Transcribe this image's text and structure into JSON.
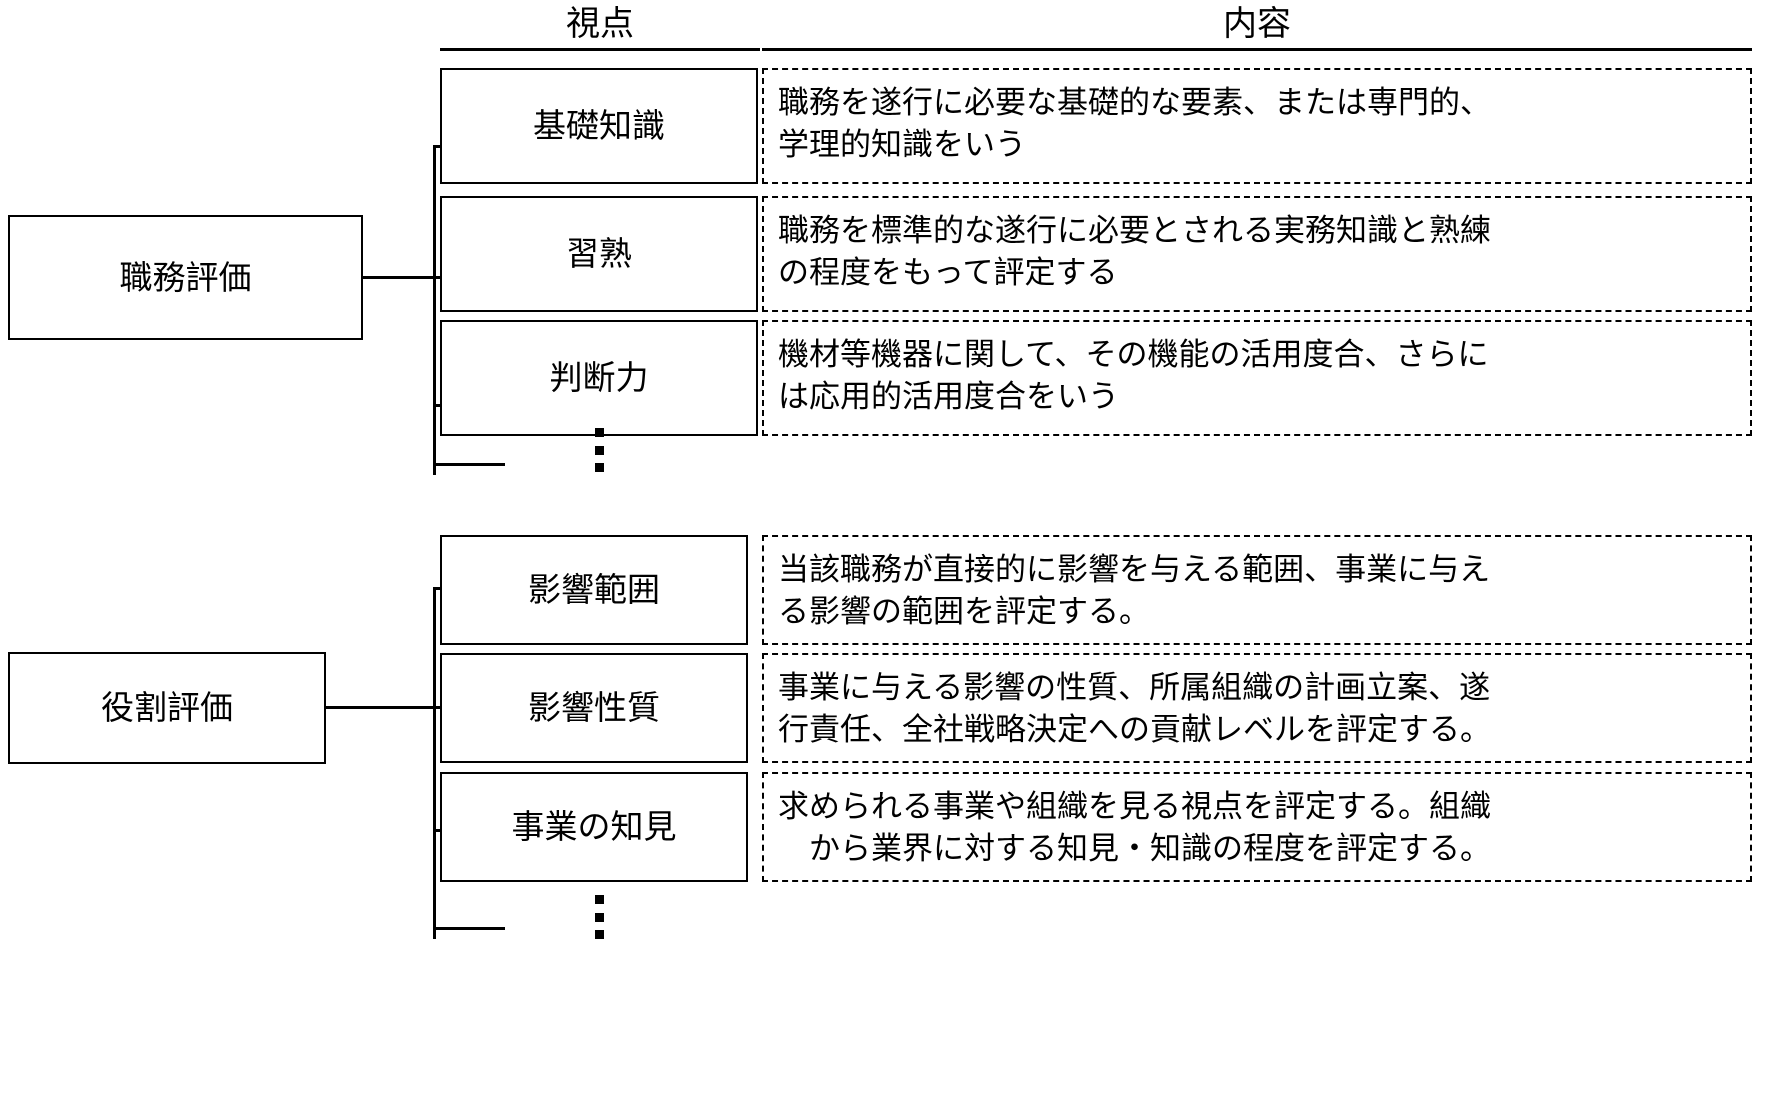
{
  "headers": {
    "viewpoint": "視点",
    "content": "内容"
  },
  "groups": [
    {
      "id": "job-evaluation",
      "root_label": "職務評価",
      "rows": [
        {
          "viewpoint": "基礎知識",
          "content_lines": [
            "職務を遂行に必要な基礎的な要素、または専門的、",
            "学理的知識をいう"
          ]
        },
        {
          "viewpoint": "習熟",
          "content_lines": [
            "職務を標準的な遂行に必要とされる実務知識と熟練",
            "の程度をもって評定する"
          ]
        },
        {
          "viewpoint": "判断力",
          "content_lines": [
            "機材等機器に関して、その機能の活用度合、さらに",
            "は応用的活用度合をいう"
          ]
        }
      ],
      "continuation": "⋮"
    },
    {
      "id": "role-evaluation",
      "root_label": "役割評価",
      "rows": [
        {
          "viewpoint": "影響範囲",
          "content_lines": [
            "当該職務が直接的に影響を与える範囲、事業に与え",
            "る影響の範囲を評定する。"
          ]
        },
        {
          "viewpoint": "影響性質",
          "content_lines": [
            "事業に与える影響の性質、所属組織の計画立案、遂",
            "行責任、全社戦略決定への貢献レベルを評定する。"
          ]
        },
        {
          "viewpoint": "事業の知見",
          "content_lines": [
            "求められる事業や組織を見る視点を評定する。組織",
            "　から業界に対する知見・知識の程度を評定する。"
          ]
        }
      ],
      "continuation": "⋮"
    }
  ],
  "colors": {
    "stroke": "#000000",
    "background": "#ffffff"
  }
}
